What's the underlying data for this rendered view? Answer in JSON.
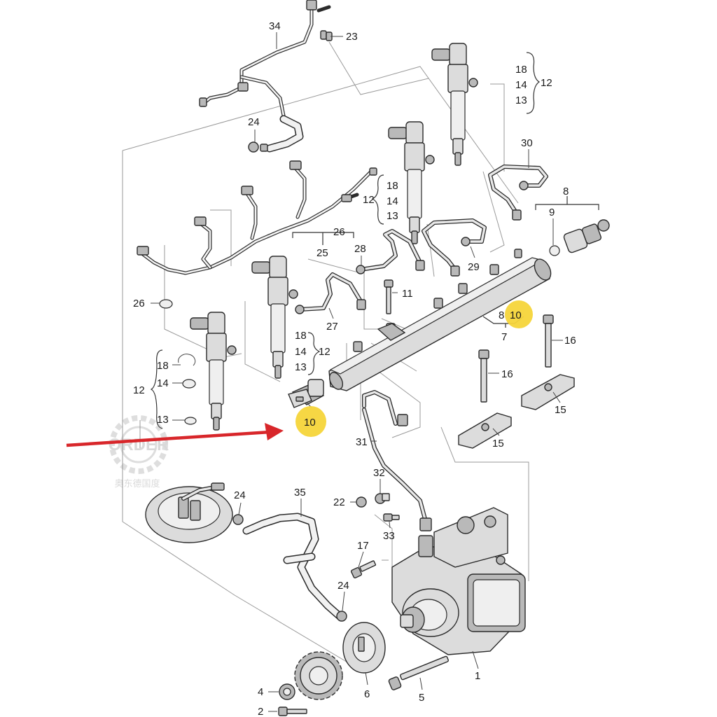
{
  "diagram": {
    "callouts": [
      {
        "id": "c34",
        "text": "34"
      },
      {
        "id": "c23",
        "text": "23"
      },
      {
        "id": "c18a",
        "text": "18"
      },
      {
        "id": "c14a",
        "text": "14"
      },
      {
        "id": "c13a",
        "text": "13"
      },
      {
        "id": "c12a",
        "text": "12"
      },
      {
        "id": "c24a",
        "text": "24"
      },
      {
        "id": "c30",
        "text": "30"
      },
      {
        "id": "c18b",
        "text": "18"
      },
      {
        "id": "c14b",
        "text": "14"
      },
      {
        "id": "c13b",
        "text": "13"
      },
      {
        "id": "c12b",
        "text": "12"
      },
      {
        "id": "c8a",
        "text": "8"
      },
      {
        "id": "c9",
        "text": "9"
      },
      {
        "id": "c26a",
        "text": "26"
      },
      {
        "id": "c25",
        "text": "25"
      },
      {
        "id": "c28",
        "text": "28"
      },
      {
        "id": "c29",
        "text": "29"
      },
      {
        "id": "c11",
        "text": "11"
      },
      {
        "id": "c26b",
        "text": "26"
      },
      {
        "id": "c27",
        "text": "27"
      },
      {
        "id": "c8b",
        "text": "8"
      },
      {
        "id": "c7",
        "text": "7"
      },
      {
        "id": "c16a",
        "text": "16"
      },
      {
        "id": "c18c",
        "text": "18"
      },
      {
        "id": "c14c",
        "text": "14"
      },
      {
        "id": "c12c",
        "text": "12"
      },
      {
        "id": "c13c",
        "text": "13"
      },
      {
        "id": "c18d",
        "text": "18"
      },
      {
        "id": "c14d",
        "text": "14"
      },
      {
        "id": "c12d",
        "text": "12"
      },
      {
        "id": "c13d",
        "text": "13"
      },
      {
        "id": "c16b",
        "text": "16"
      },
      {
        "id": "c15a",
        "text": "15"
      },
      {
        "id": "c15b",
        "text": "15"
      },
      {
        "id": "c31",
        "text": "31"
      },
      {
        "id": "c32",
        "text": "32"
      },
      {
        "id": "c24b",
        "text": "24"
      },
      {
        "id": "c35",
        "text": "35"
      },
      {
        "id": "c22",
        "text": "22"
      },
      {
        "id": "c33",
        "text": "33"
      },
      {
        "id": "c17",
        "text": "17"
      },
      {
        "id": "c24c",
        "text": "24"
      },
      {
        "id": "c1",
        "text": "1"
      },
      {
        "id": "c6",
        "text": "6"
      },
      {
        "id": "c5",
        "text": "5"
      },
      {
        "id": "c4",
        "text": "4"
      },
      {
        "id": "c2",
        "text": "2"
      }
    ],
    "highlights": [
      {
        "id": "h10a",
        "text": "10"
      },
      {
        "id": "h10b",
        "text": "10"
      }
    ],
    "watermark": {
      "text": "ORDER",
      "subtext": "奥东德国度"
    },
    "colors": {
      "highlight": "#f5d53a",
      "arrow": "#d8262a",
      "line": "#2b2b2b",
      "part_fill": "#dcdcdc",
      "frame": "#9a9a9a"
    }
  }
}
